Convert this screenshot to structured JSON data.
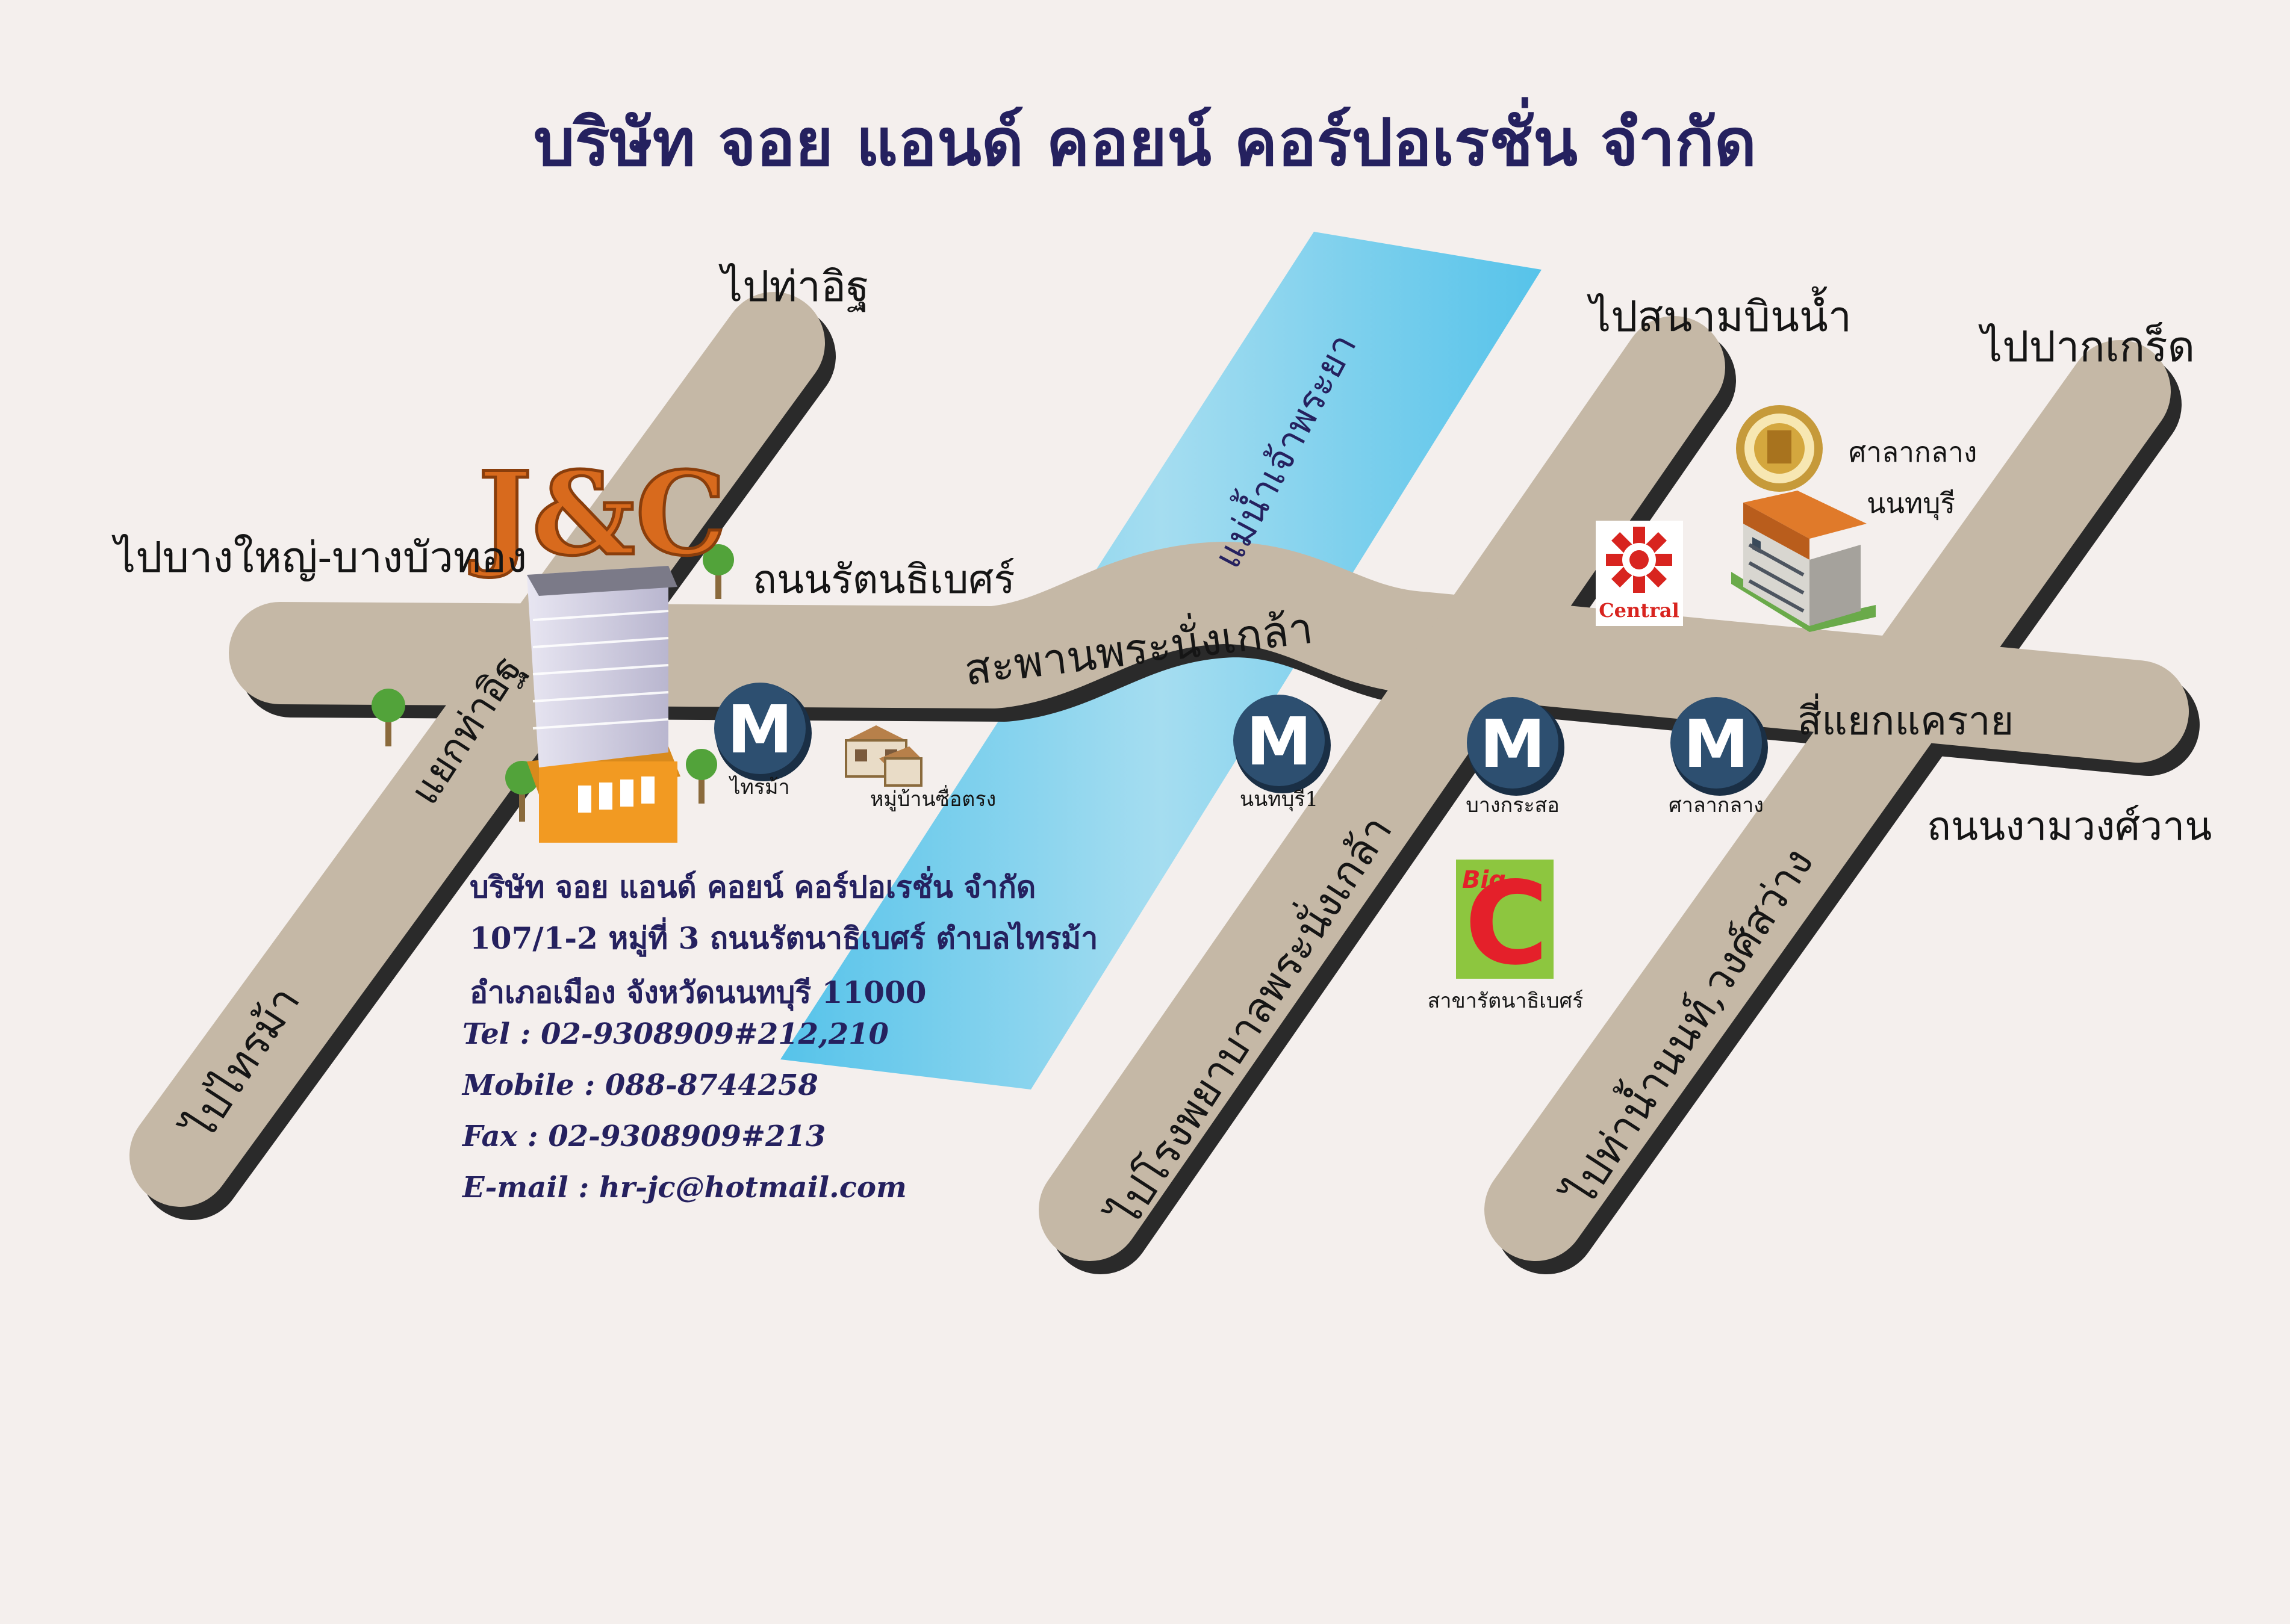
{
  "title": "บริษัท จอย แอนด์ คอยน์ คอร์ปอเรชั่น จำกัด",
  "destinations": {
    "tha_it": "ไปท่าอิฐ",
    "bang_yai": "ไปบางใหญ่-บางบัวทอง",
    "sai_ma": "ไปไทรม้า",
    "sanam_bin_nam": "ไปสนามบินน้ำ",
    "pak_kret": "ไปปากเกร็ด",
    "hospital": "ไปโรงพยาบาลพระนั่งเกล้า",
    "tha_nam": "ไปท่าน้ำนนท์,วงศ์สว่าง"
  },
  "roads": {
    "rattanathibet": "ถนนรัตนธิเบศร์",
    "bridge": "สะพานพระนั่งเกล้า",
    "river": "แม่น้ำเจ้าพระยา",
    "yaek_tha_it": "แยกท่าอิฐ",
    "khae_rai": "สี่แยกแคราย",
    "ngam_wong_wan": "ถนนงามวงศ์วาน"
  },
  "stations": [
    {
      "letter": "M",
      "name": "ไทรม้า"
    },
    {
      "letter": "M",
      "name": "นนทบุรี1"
    },
    {
      "letter": "M",
      "name": "บางกระสอ"
    },
    {
      "letter": "M",
      "name": "ศาลากลาง"
    }
  ],
  "landmarks": {
    "jc_logo": "J&C",
    "village": "หมู่บ้านซื่อตรง",
    "central": "Central",
    "bigc_top": "Big",
    "bigc_letter": "C",
    "bigc_branch": "สาขารัตนาธิเบศร์",
    "city_hall_1": "ศาลากลาง",
    "city_hall_2": "นนทบุรี"
  },
  "info": {
    "company": "บริษัท จอย แอนด์ คอยน์ คอร์ปอเรชั่น จำกัด",
    "address1": "107/1-2 หมู่ที่ 3 ถนนรัตนาธิเบศร์ ตำบลไทรม้า",
    "address2": "อำเภอเมือง จังหวัดนนทบุรี 11000",
    "tel": "Tel : 02-9308909#212,210",
    "mobile": "Mobile : 088-8744258",
    "fax": "Fax : 02-9308909#213",
    "email": "E-mail : hr-jc@hotmail.com"
  },
  "colors": {
    "road": "#c5b8a6",
    "road_shadow": "#2a2a2a",
    "river": "#8ed3ea",
    "title": "#25215f",
    "metro": "#2d4f70",
    "central": "#d8241f",
    "bigc": "#8dc63f"
  }
}
